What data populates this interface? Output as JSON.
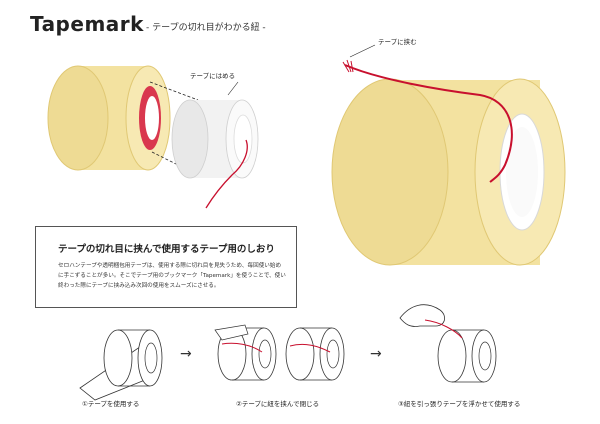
{
  "header": {
    "title": "Tapemark",
    "subtitle": "- テープの切れ目がわかる紐 -"
  },
  "callouts": {
    "attach": "テープにはめる",
    "insert": "テープに挟む"
  },
  "description": {
    "heading": "テープの切れ目に挟んで使用するテープ用のしおり",
    "body": "セロハンテープや透明梱包用テープは、使用する際に切れ目を見失うため、毎回使い始めに手こずることが多い。そこでテープ用のブックマーク「Tapemark」を使うことで、使い終わった際にテープに挟み込み次回の使用をスムーズにさせる。"
  },
  "steps": [
    {
      "label": "①テープを使用する"
    },
    {
      "label": "②テープに紐を挟んで閉じる"
    },
    {
      "label": "③紐を引っ張りテープを浮かせて使用する"
    }
  ],
  "arrows": [
    "→",
    "→"
  ],
  "colors": {
    "tape": "#f3e2a0",
    "tape_edge": "#e6cf7a",
    "string": "#c8102e",
    "core": "#f4f4f4"
  }
}
